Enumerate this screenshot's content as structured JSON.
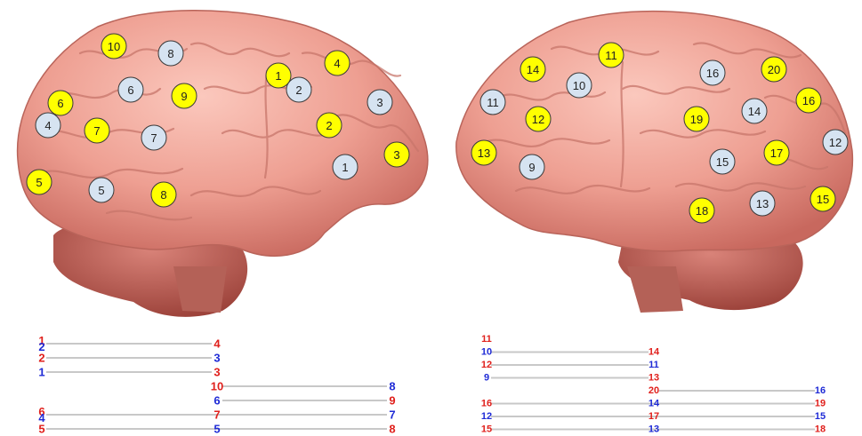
{
  "colors": {
    "yellow_marker": "#ffff00",
    "blue_marker": "#d6e3f1",
    "red_text": "#e0201c",
    "blue_text": "#1f2bd6",
    "brain_pink": "#eea59a",
    "cerebellum": "#b85a50"
  },
  "left_hemisphere": {
    "yellow_markers": [
      "10",
      "1",
      "4",
      "6",
      "9",
      "7",
      "2",
      "3",
      "5",
      "8"
    ],
    "blue_markers": [
      "8",
      "6",
      "2",
      "3",
      "4",
      "7",
      "1",
      "5"
    ]
  },
  "right_hemisphere": {
    "yellow_markers": [
      "11",
      "14",
      "20",
      "16",
      "12",
      "19",
      "13",
      "17",
      "18",
      "15"
    ],
    "blue_markers": [
      "10",
      "16",
      "11",
      "14",
      "12",
      "15",
      "9",
      "13"
    ]
  },
  "left_matchings": [
    {
      "stack": [
        {
          "t": "1",
          "c": "red"
        },
        {
          "t": "2",
          "c": "blue"
        }
      ],
      "right": [
        {
          "t": "4",
          "c": "red"
        }
      ],
      "far": []
    },
    {
      "stack": [
        {
          "t": "2",
          "c": "red"
        }
      ],
      "right": [
        {
          "t": "3",
          "c": "blue"
        }
      ],
      "far": []
    },
    {
      "stack": [
        {
          "t": "1",
          "c": "blue"
        }
      ],
      "right": [
        {
          "t": "3",
          "c": "red"
        }
      ],
      "far": []
    },
    {
      "stack": [],
      "right": [
        {
          "t": "10",
          "c": "red"
        }
      ],
      "far": [
        {
          "t": "8",
          "c": "blue"
        }
      ]
    },
    {
      "stack": [],
      "right": [
        {
          "t": "6",
          "c": "blue"
        }
      ],
      "far": [
        {
          "t": "9",
          "c": "red"
        }
      ]
    },
    {
      "stack": [
        {
          "t": "6",
          "c": "red"
        },
        {
          "t": "4",
          "c": "blue"
        }
      ],
      "right": [
        {
          "t": "7",
          "c": "red"
        }
      ],
      "far": [
        {
          "t": "7",
          "c": "blue"
        }
      ]
    },
    {
      "stack": [
        {
          "t": "5",
          "c": "red"
        }
      ],
      "right": [
        {
          "t": "5",
          "c": "blue"
        }
      ],
      "far": [
        {
          "t": "8",
          "c": "red"
        }
      ]
    }
  ],
  "right_matchings": [
    {
      "stack": [
        {
          "t": "11",
          "c": "red"
        }
      ],
      "right": [],
      "far": []
    },
    {
      "stack": [
        {
          "t": "10",
          "c": "blue"
        }
      ],
      "right": [
        {
          "t": "14",
          "c": "red"
        }
      ],
      "far": []
    },
    {
      "stack": [
        {
          "t": "12",
          "c": "red"
        }
      ],
      "right": [
        {
          "t": "11",
          "c": "blue"
        }
      ],
      "far": []
    },
    {
      "stack": [
        {
          "t": "9",
          "c": "blue"
        }
      ],
      "right": [
        {
          "t": "13",
          "c": "red"
        }
      ],
      "far": []
    },
    {
      "stack": [],
      "right": [
        {
          "t": "20",
          "c": "red"
        }
      ],
      "far": [
        {
          "t": "16",
          "c": "blue"
        }
      ]
    },
    {
      "stack": [
        {
          "t": "16",
          "c": "red"
        }
      ],
      "right": [
        {
          "t": "14",
          "c": "blue"
        }
      ],
      "far": [
        {
          "t": "19",
          "c": "red"
        }
      ]
    },
    {
      "stack": [
        {
          "t": "12",
          "c": "blue"
        }
      ],
      "right": [
        {
          "t": "17",
          "c": "red"
        }
      ],
      "far": [
        {
          "t": "15",
          "c": "blue"
        }
      ]
    },
    {
      "stack": [
        {
          "t": "15",
          "c": "red"
        }
      ],
      "right": [
        {
          "t": "13",
          "c": "blue"
        }
      ],
      "far": [
        {
          "t": "18",
          "c": "red"
        }
      ]
    }
  ]
}
